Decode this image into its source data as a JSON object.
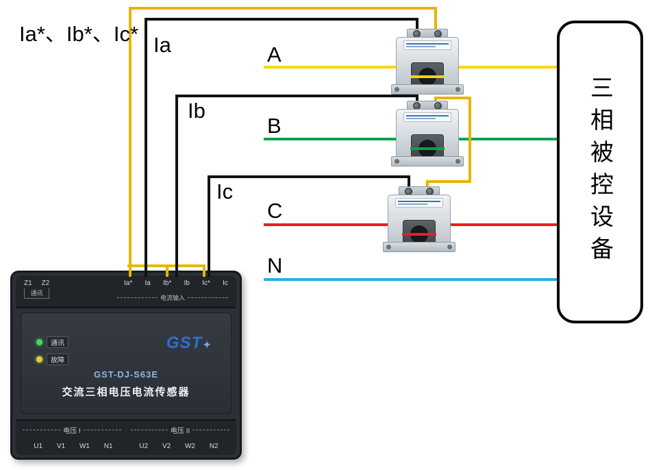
{
  "diagram": {
    "labels": {
      "secondary_group": "Ia*、Ib*、Ic*",
      "ia": "Ia",
      "ib": "Ib",
      "ic": "Ic"
    },
    "phases": {
      "a": "A",
      "b": "B",
      "c": "C",
      "n": "N"
    },
    "load_box": {
      "label": "三相被控设备"
    }
  },
  "sensor": {
    "top": {
      "z_terminals": [
        "Z1",
        "Z2"
      ],
      "z_group": "通讯",
      "current_terminals": [
        "Ia*",
        "Ia",
        "Ib*",
        "Ib",
        "Ic*",
        "Ic"
      ],
      "current_group": "电流输入"
    },
    "panel": {
      "led_comm": "通讯",
      "led_fault": "故障",
      "brand": "GST",
      "brand_star": "✦",
      "model": "GST-DJ-S63E",
      "product_name": "交流三相电压电流传感器"
    },
    "bottom": {
      "group1": "电压 I",
      "group2": "电压 II",
      "terminals1": [
        "U1",
        "V1",
        "W1",
        "N1"
      ],
      "terminals2": [
        "U2",
        "V2",
        "W2",
        "N2"
      ]
    }
  },
  "colors": {
    "phase-a": "#ffd400",
    "phase-b": "#00a550",
    "phase-c": "#ed1c24",
    "phase-n": "#29abe2",
    "secondary-wire": "#e9b400",
    "primary-wire": "#111111"
  }
}
